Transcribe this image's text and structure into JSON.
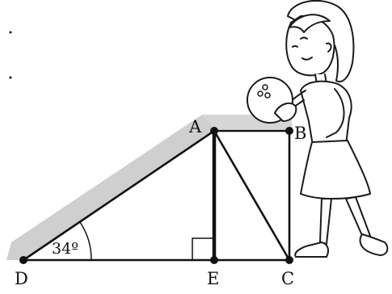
{
  "diagram": {
    "points": {
      "A": "A",
      "B": "B",
      "C": "C",
      "D": "D",
      "E": "E"
    },
    "angle_label": "34º",
    "colors": {
      "line": "#111111",
      "ramp_shadow": "#cfcfcf",
      "figure_fill": "#ffffff",
      "figure_stroke": "#1a1a1a"
    },
    "elements": [
      "ramp",
      "right-angle-marker",
      "girl-with-bowling-ball"
    ]
  }
}
